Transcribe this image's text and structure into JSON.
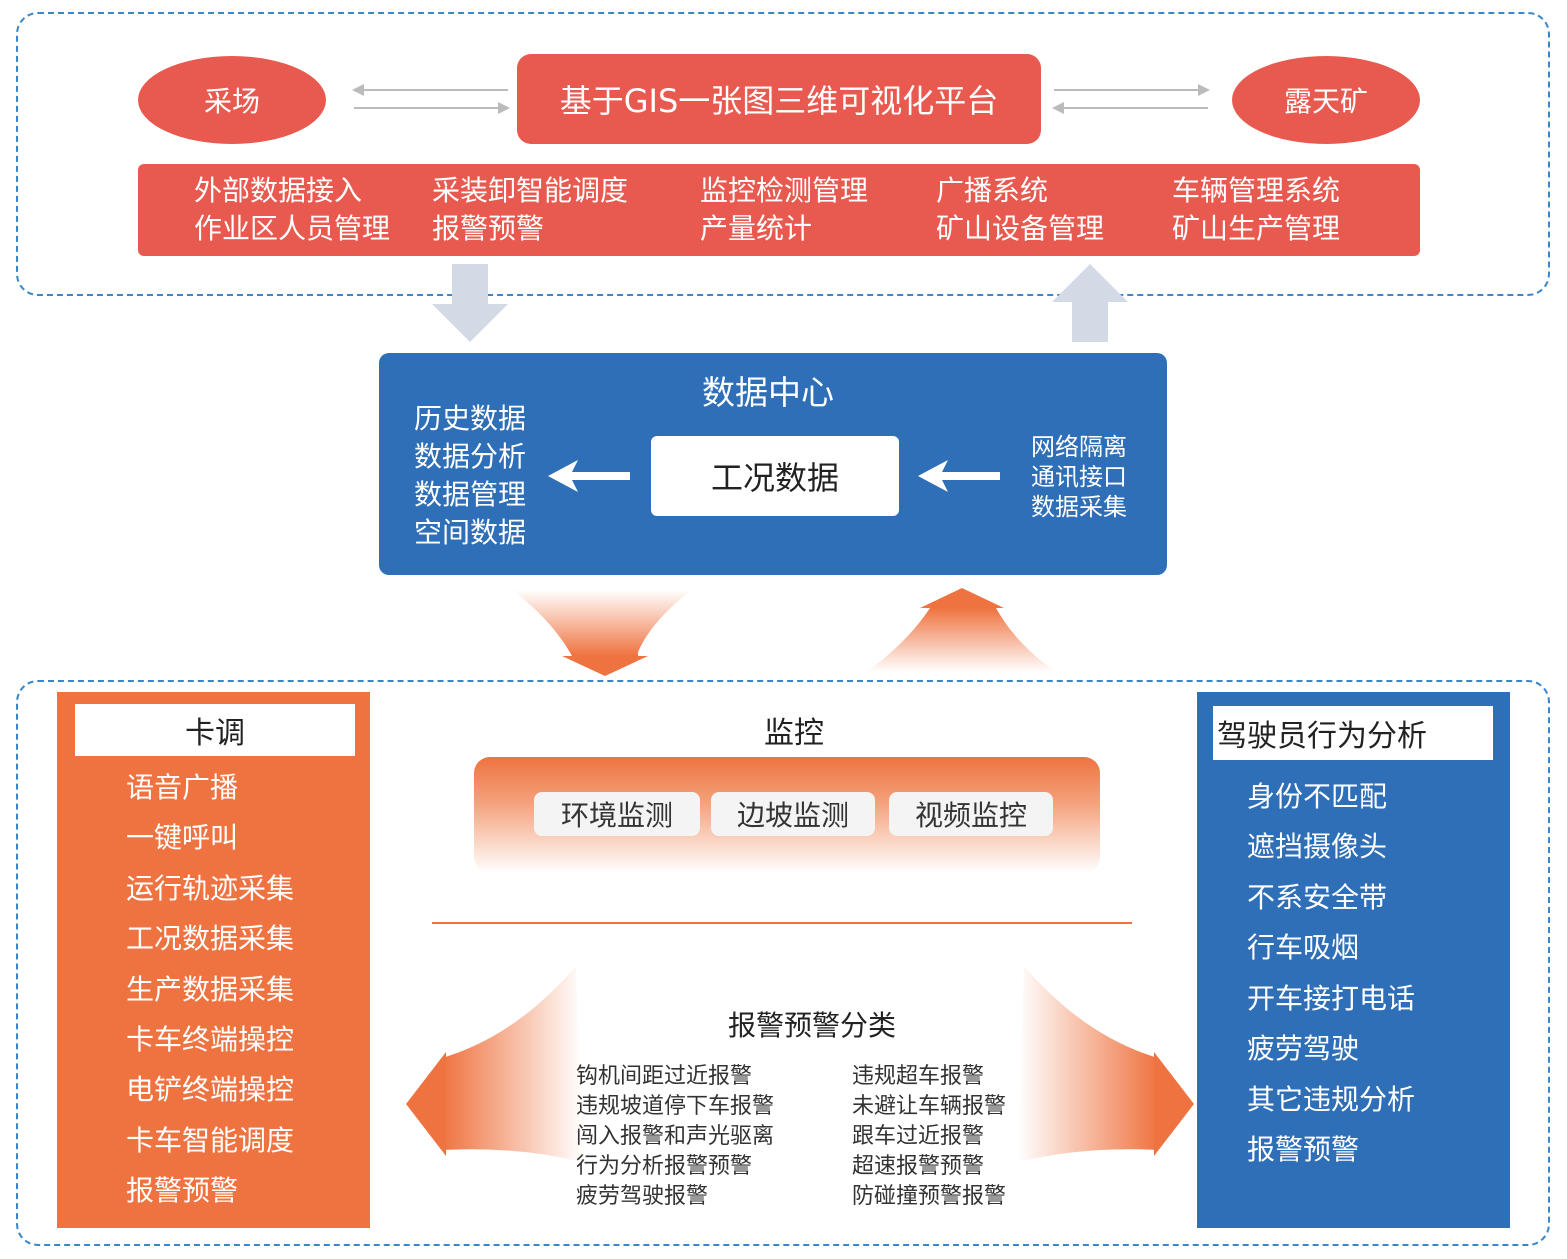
{
  "top": {
    "left_site": "采场",
    "right_site": "露天矿",
    "platform_title": "基于GIS一张图三维可视化平台",
    "functions": [
      [
        "外部数据接入",
        "作业区人员管理"
      ],
      [
        "采装卸智能调度",
        "报警预警"
      ],
      [
        "监控检测管理",
        "产量统计"
      ],
      [
        "广播系统",
        "矿山设备管理"
      ],
      [
        "车辆管理系统",
        "矿山生产管理"
      ]
    ]
  },
  "data_center": {
    "title": "数据中心",
    "core": "工况数据",
    "left_items": [
      "历史数据",
      "数据分析",
      "数据管理",
      "空间数据"
    ],
    "right_items": [
      "网络隔离",
      "通讯接口",
      "数据采集"
    ]
  },
  "truck_dispatch": {
    "title": "卡调",
    "items": [
      "语音广播",
      "一键呼叫",
      "运行轨迹采集",
      "工况数据采集",
      "生产数据采集",
      "卡车终端操控",
      "电铲终端操控",
      "卡车智能调度",
      "报警预警"
    ]
  },
  "monitoring": {
    "title": "监控",
    "items": [
      "环境监测",
      "边坡监测",
      "视频监控"
    ]
  },
  "alarm": {
    "title": "报警预警分类",
    "left_items": [
      "钩机间距过近报警",
      "违规坡道停下车报警",
      "闯入报警和声光驱离",
      "行为分析报警预警",
      "疲劳驾驶报警"
    ],
    "right_items": [
      "违规超车报警",
      "未避让车辆报警",
      "跟车过近报警",
      "超速报警预警",
      "防碰撞预警报警"
    ]
  },
  "driver_behavior": {
    "title": "驾驶员行为分析",
    "items": [
      "身份不匹配",
      "遮挡摄像头",
      "不系安全带",
      "行车吸烟",
      "开车接打电话",
      "疲劳驾驶",
      "其它违规分析",
      "报警预警"
    ]
  },
  "colors": {
    "red": "#e85a4f",
    "blue": "#2f6fb8",
    "orange": "#ef7340",
    "dashed": "#3a86c8"
  }
}
